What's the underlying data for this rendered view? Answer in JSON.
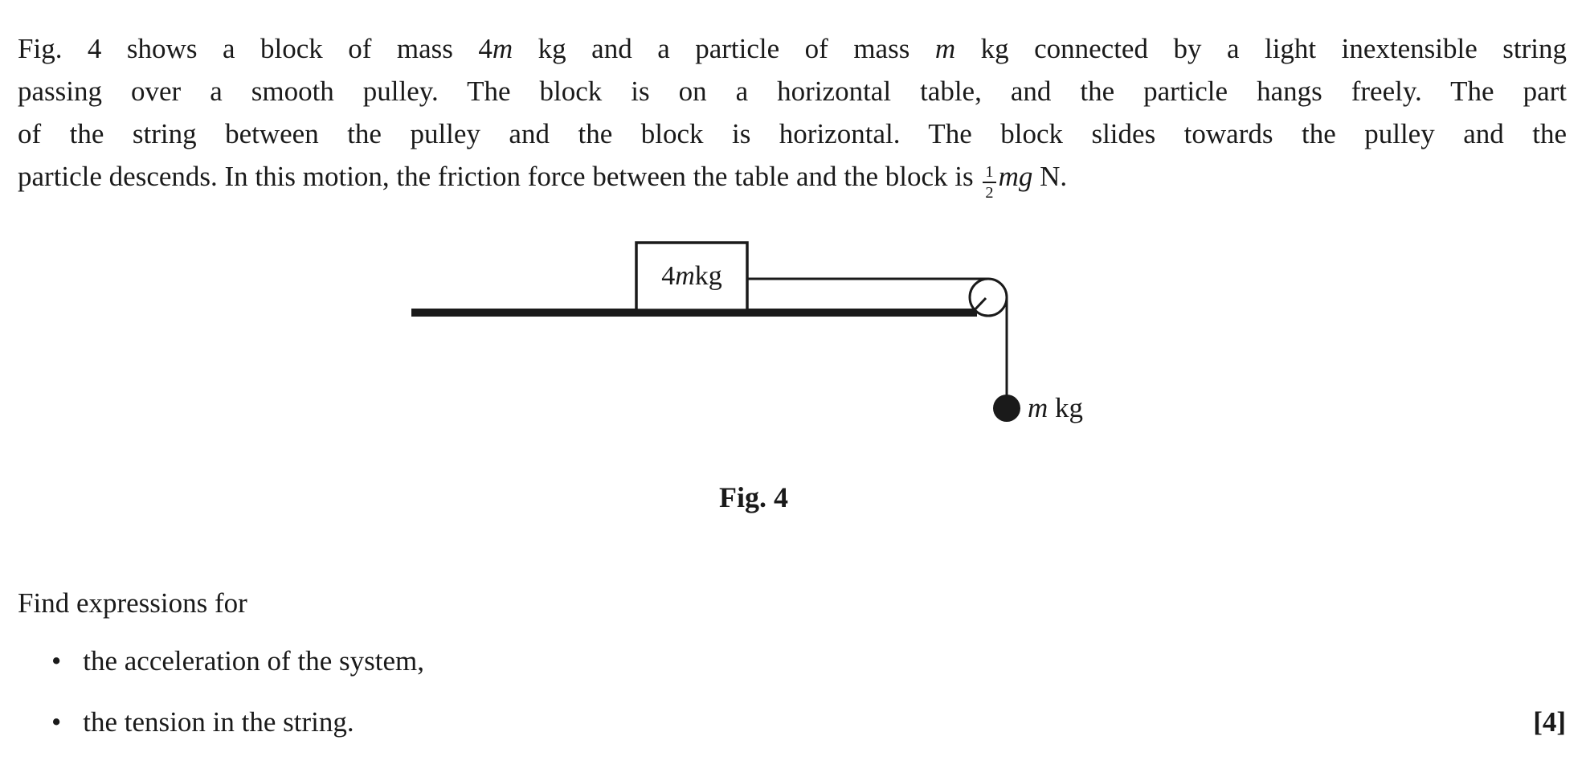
{
  "problem": {
    "lines": [
      {
        "runs": [
          {
            "t": "Fig. 4 shows a block of mass 4"
          },
          {
            "t": "m",
            "style": "i"
          },
          {
            "t": " kg and a particle of mass "
          },
          {
            "t": "m",
            "style": "i"
          },
          {
            "t": " kg connected by a light inextensible string"
          }
        ]
      },
      {
        "runs": [
          {
            "t": "passing over a smooth pulley. The block is on a horizontal table, and the particle hangs freely. The part"
          }
        ]
      },
      {
        "runs": [
          {
            "t": "of the string between the pulley and the block is horizontal. The block slides towards the pulley and the"
          }
        ]
      },
      {
        "runs": [
          {
            "t": "particle descends. In this motion, the friction force between the table and the block is "
          },
          {
            "t": "1/2",
            "style": "frac"
          },
          {
            "t": "mg",
            "style": "i"
          },
          {
            "t": " N."
          }
        ]
      }
    ]
  },
  "figure": {
    "block_label_runs": [
      {
        "t": "4"
      },
      {
        "t": "m",
        "style": "i"
      },
      {
        "t": " kg"
      }
    ],
    "particle_label_runs": [
      {
        "t": "m",
        "style": "i"
      },
      {
        "t": " kg"
      }
    ],
    "caption": "Fig. 4"
  },
  "tasks": {
    "intro": "Find expressions for",
    "bullet_char": "•",
    "items": [
      "the acceleration of the system,",
      "the tension in the string."
    ],
    "marks": "[4]"
  },
  "colors": {
    "ink": "#1a1a1a",
    "background": "#ffffff"
  }
}
